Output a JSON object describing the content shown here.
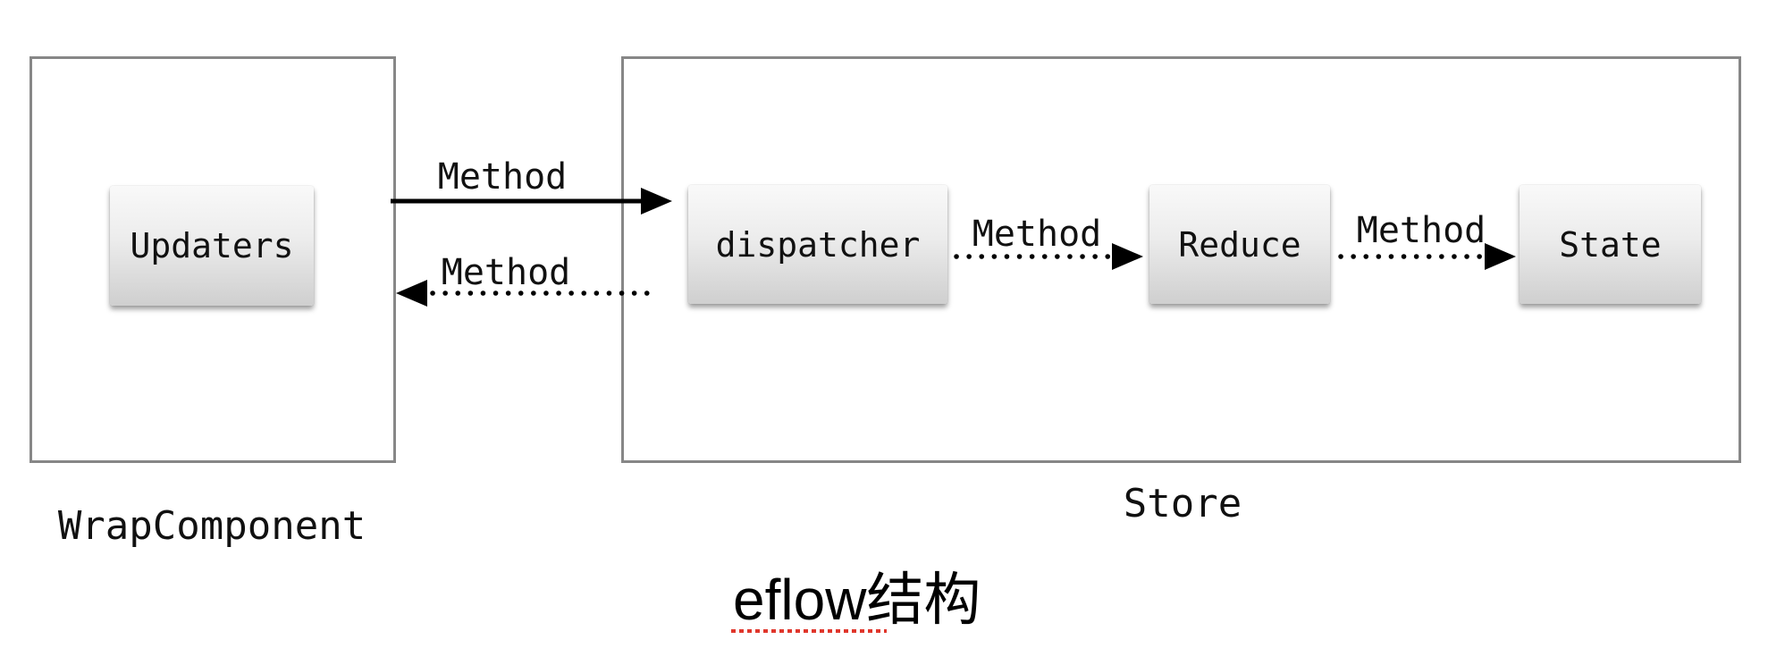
{
  "diagram": {
    "title": {
      "latin": "eflow",
      "cjk": "结构",
      "full": "eflow结构"
    },
    "groups": [
      {
        "id": "wrap-component",
        "label": "WrapComponent",
        "children": [
          {
            "label": "Updaters"
          }
        ]
      },
      {
        "id": "store",
        "label": "Store",
        "children": [
          {
            "label": "dispatcher"
          },
          {
            "label": "Reduce"
          },
          {
            "label": "State"
          }
        ]
      }
    ],
    "arrows": [
      {
        "from": "Updaters",
        "to": "dispatcher",
        "label": "Method",
        "style": "solid"
      },
      {
        "from": "dispatcher",
        "to": "Updaters",
        "label": "Method",
        "style": "dotted"
      },
      {
        "from": "dispatcher",
        "to": "Reduce",
        "label": "Method",
        "style": "dotted"
      },
      {
        "from": "Reduce",
        "to": "State",
        "label": "Method",
        "style": "dotted"
      }
    ],
    "colors": {
      "group_border": "#878787",
      "arrow": "#000000",
      "underline_red": "#e0372c",
      "node_gradient_top": "#f9f9f9",
      "node_gradient_bottom": "#cfcfcf"
    }
  }
}
